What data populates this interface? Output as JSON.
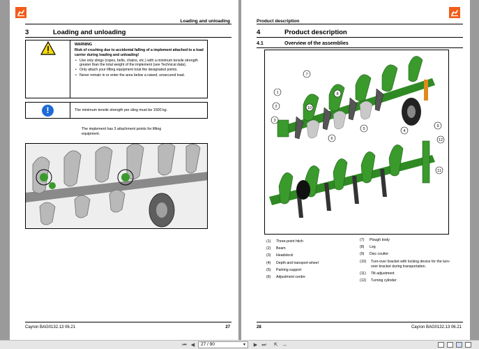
{
  "brand_color": "#f25c19",
  "green": "#3a9a2c",
  "left_page": {
    "header": "Loading and unloading",
    "section_number": "3",
    "section_title": "Loading and unloading",
    "warning": {
      "icon": "warning-triangle-icon",
      "title": "WARNING",
      "body": "Risk of crushing due to accidental falling of a implement attached to a load carrier during loading and unloading!",
      "bullets": [
        "Use only slings (ropes, belts, chains, etc.) with a minimum tensile strength greater than the total weight of the implement (see Technical data).",
        "Only attach your lifting equipment to/at the designated points.",
        "Never remain in or enter the area below a raised, unsecured load."
      ]
    },
    "info": {
      "icon": "info-icon",
      "glyph": "!",
      "text": "The minimum tensile strength per sling must be 1500 kg."
    },
    "attachment_text": "The implement has 3 attachment points for lifting equipment.",
    "footer_left": "Cayron  BAG0132.13  06.21",
    "footer_right": "27"
  },
  "right_page": {
    "header": "Product description",
    "section_number": "4",
    "section_title": "Product description",
    "subsection_number": "4.1",
    "subsection_title": "Overview of the assemblies",
    "callouts": [
      "1",
      "2",
      "3",
      "4",
      "5",
      "6",
      "7",
      "8",
      "9",
      "10",
      "11",
      "12"
    ],
    "legend_left": [
      {
        "num": "(1)",
        "text": "Three-point hitch"
      },
      {
        "num": "(2)",
        "text": "Beam"
      },
      {
        "num": "(3)",
        "text": "Headstock"
      },
      {
        "num": "(4)",
        "text": "Depth and transport wheel"
      },
      {
        "num": "(5)",
        "text": "Parking support"
      },
      {
        "num": "(6)",
        "text": "Adjustment centre"
      }
    ],
    "legend_right": [
      {
        "num": "(7)",
        "text": "Plough body"
      },
      {
        "num": "(8)",
        "text": "Leg"
      },
      {
        "num": "(9)",
        "text": "Disc coulter"
      },
      {
        "num": "(10)",
        "text": "Turn-over bracket with locking device for the turn-over bracket during transportation."
      },
      {
        "num": "(11)",
        "text": "Tilt adjustment"
      },
      {
        "num": "(12)",
        "text": "Turning cylinder"
      }
    ],
    "footer_left": "28",
    "footer_right": "Cayron  BAG0132.13  06.21"
  },
  "toolbar": {
    "page_display": "27 / 90",
    "first_icon": "first-page-icon",
    "prev_icon": "previous-page-icon",
    "next_icon": "next-page-icon",
    "last_icon": "last-page-icon"
  }
}
